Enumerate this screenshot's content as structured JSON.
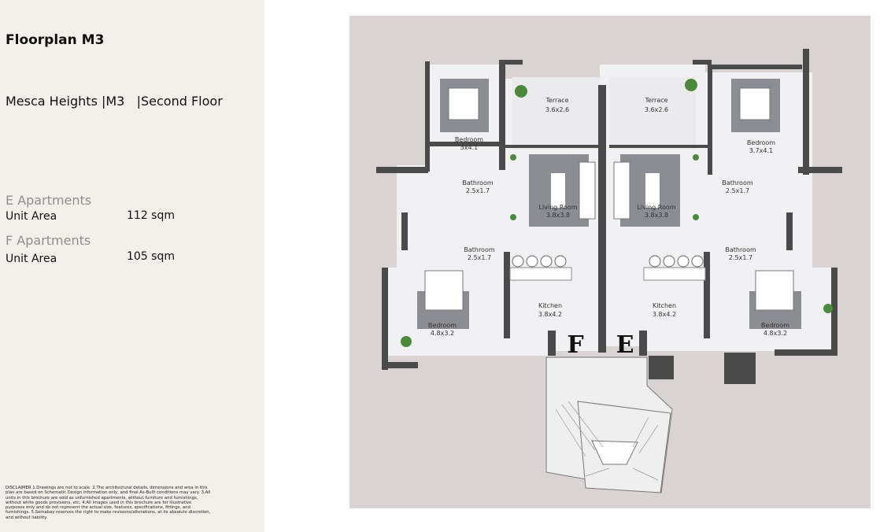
{
  "title": "Floorplan M3",
  "subtitle": "Mesca Heights |M3   |Second Floor",
  "apartments": [
    {
      "heading": "E Apartments",
      "unit_label": "Unit Area",
      "unit_value": "112 sqm"
    },
    {
      "heading": "F Apartments",
      "unit_label": "Unit Area",
      "unit_value": "105 sqm"
    }
  ],
  "disclaimer": "DISCLAIMER 1.Drawings are not to scale. 2.The architectural details, dimensions and area in this plan are based on Schematic Design information only, and final As-Built conditions may vary. 3.All units in this brochure are sold as unfurnished apartments, without furniture and furnishings, without white goods provisions, etc. 4.All images used in this brochure are for illustrative purposes only and do not represent the actual size, features, specifications, fittings, and furnishings. 5.Somabay reserves the right to make revisions/alterations, at its absolute discretion, and without liability.",
  "floorplan": {
    "unit_letters": {
      "left": "F",
      "right": "E"
    },
    "rooms": {
      "terrace_left": {
        "name": "Terrace",
        "size": "3.6x2.6"
      },
      "terrace_right": {
        "name": "Terrace",
        "size": "3.6x2.6"
      },
      "bedroom_top_left": {
        "name": "Bedroom",
        "size": "3x4.1"
      },
      "bedroom_top_right": {
        "name": "Bedroom",
        "size": "3.7x4.1"
      },
      "bath_l1": {
        "name": "Bathroom",
        "size": "2.5x1.7"
      },
      "bath_l2": {
        "name": "Bathroom",
        "size": "2.5x1.7"
      },
      "bath_r1": {
        "name": "Bathroom",
        "size": "2.5x1.7"
      },
      "bath_r2": {
        "name": "Bathroom",
        "size": "2.5x1.7"
      },
      "living_left": {
        "name": "Living Room",
        "size": "3.8x3.8"
      },
      "living_right": {
        "name": "Living Room",
        "size": "3.8x3.8"
      },
      "kitchen_left": {
        "name": "Kitchen",
        "size": "3.8x4.2"
      },
      "kitchen_right": {
        "name": "Kitchen",
        "size": "3.8x4.2"
      },
      "bedroom_bottom_left": {
        "name": "Bedroom",
        "size": "4.8x3.2"
      },
      "bedroom_bottom_right": {
        "name": "Bedroom",
        "size": "4.8x3.2"
      }
    }
  }
}
